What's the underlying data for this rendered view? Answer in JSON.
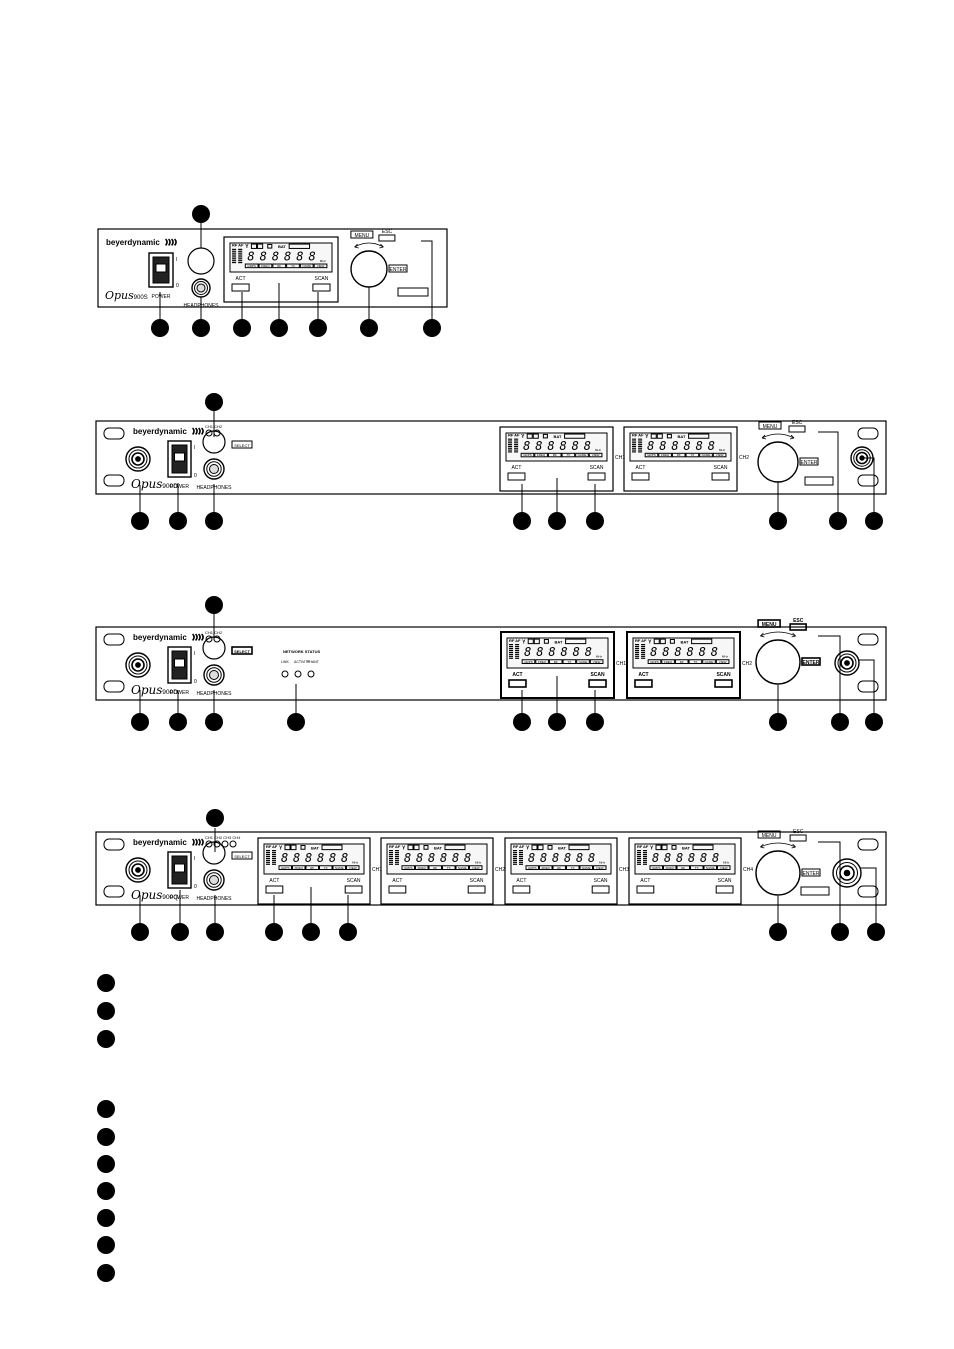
{
  "brand": "beyerdynamic",
  "units": [
    {
      "id": "single",
      "model": "900S",
      "brand_script": "Opus",
      "power_label": "POWER",
      "headphones_label": "HEADPHONES",
      "channels": [
        {
          "act_label": "ACT",
          "scan_label": "SCAN",
          "ch_label": ""
        }
      ],
      "menu_label": "MENU",
      "esc_label": "ESC",
      "enter_label": "ENTER"
    },
    {
      "id": "dual",
      "model": "900D",
      "brand_script": "Opus",
      "power_label": "POWER",
      "headphones_label": "HEADPHONES",
      "select_label": "SELECT",
      "ch_select_label": "CH1 CH2",
      "channels": [
        {
          "act_label": "ACT",
          "scan_label": "SCAN",
          "ch_label": "CH1"
        },
        {
          "act_label": "ACT",
          "scan_label": "SCAN",
          "ch_label": "CH2"
        }
      ],
      "menu_label": "MENU",
      "esc_label": "ESC",
      "enter_label": "ENTER"
    },
    {
      "id": "dual-network",
      "model": "900D",
      "brand_script": "Opus",
      "power_label": "POWER",
      "headphones_label": "HEADPHONES",
      "select_label": "SELECT",
      "ch_select_label": "CH1 CH2",
      "network_title": "NETWORK STATUS",
      "network_leds": [
        "LINK",
        "ACTIVITY",
        "PHANT"
      ],
      "channels": [
        {
          "act_label": "ACT",
          "scan_label": "SCAN",
          "ch_label": "CH1"
        },
        {
          "act_label": "ACT",
          "scan_label": "SCAN",
          "ch_label": "CH2"
        }
      ],
      "menu_label": "MENU",
      "esc_label": "ESC",
      "enter_label": "ENTER"
    },
    {
      "id": "quad",
      "model": "900Q",
      "brand_script": "Opus",
      "power_label": "POWER",
      "headphones_label": "HEADPHONES",
      "select_label": "SELECT",
      "ch_select_label": "CH1 CH2 CH3 CH4",
      "channels": [
        {
          "act_label": "ACT",
          "scan_label": "SCAN",
          "ch_label": "CH1"
        },
        {
          "act_label": "ACT",
          "scan_label": "SCAN",
          "ch_label": "CH2"
        },
        {
          "act_label": "ACT",
          "scan_label": "SCAN",
          "ch_label": "CH3"
        },
        {
          "act_label": "ACT",
          "scan_label": "SCAN",
          "ch_label": "CH4"
        }
      ],
      "menu_label": "MENU",
      "esc_label": "ESC",
      "enter_label": "ENTER"
    }
  ],
  "lcd": {
    "rf": "RF",
    "af": "AF",
    "bat": "BAT",
    "mhz": "MHz",
    "tabs": [
      "GRPS",
      "FREQ",
      "RF",
      "TX",
      "NAME",
      "VIEW"
    ]
  },
  "legend_rows": 9,
  "colors": {
    "ink": "#000000",
    "paper": "#ffffff",
    "panel": "#f7f7f7"
  }
}
